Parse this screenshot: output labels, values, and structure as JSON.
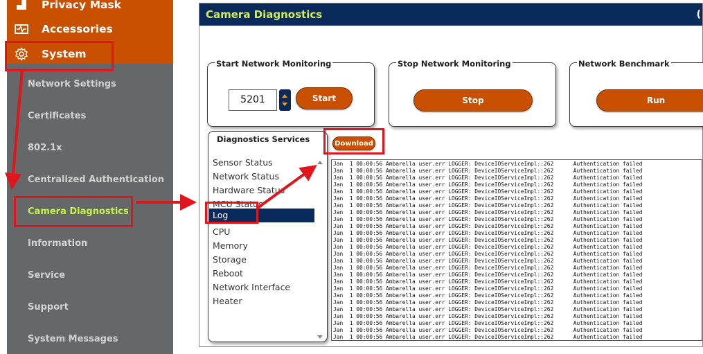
{
  "sidebar": {
    "top_items": [
      {
        "label": "Privacy Mask",
        "icon": "privacy-mask-icon"
      },
      {
        "label": "Accessories",
        "icon": "accessories-icon"
      },
      {
        "label": "System",
        "icon": "gear-icon"
      }
    ],
    "sub_items": [
      {
        "label": "Network Settings"
      },
      {
        "label": "Certificates"
      },
      {
        "label": "802.1x"
      },
      {
        "label": "Centralized Authentication"
      },
      {
        "label": "Camera Diagnostics"
      },
      {
        "label": "Information"
      },
      {
        "label": "Service"
      },
      {
        "label": "Support"
      },
      {
        "label": "System Messages"
      }
    ]
  },
  "main": {
    "title": "Camera Diagnostics",
    "start_monitoring": {
      "title": "Start Network Monitoring",
      "port_value": "5201",
      "button": "Start"
    },
    "stop_monitoring": {
      "title": "Stop Network Monitoring",
      "button": "Stop"
    },
    "benchmark": {
      "title": "Network Benchmark",
      "button": "Run"
    },
    "services": {
      "title": "Diagnostics Services",
      "items": [
        "Sensor Status",
        "Network Status",
        "Hardware Status",
        "MCU Status",
        "Log",
        "CPU",
        "Memory",
        "Storage",
        "Reboot",
        "Network Interface",
        "Heater"
      ],
      "selected": "Log"
    },
    "download_button": "Download",
    "log_lines": [
      "Jan  1 00:00:56 Ambarella user.err LOGGER: DeviceIOServiceImpl::262      Authentication failed",
      "Jan  1 00:00:56 Ambarella user.err LOGGER: DeviceIOServiceImpl::262      Authentication failed",
      "Jan  1 00:00:56 Ambarella user.err LOGGER: DeviceIOServiceImpl::262      Authentication failed",
      "Jan  1 00:00:56 Ambarella user.err LOGGER: DeviceIOServiceImpl::262      Authentication failed",
      "Jan  1 00:00:56 Ambarella user.err LOGGER: DeviceIOServiceImpl::262      Authentication failed",
      "Jan  1 00:00:56 Ambarella user.err LOGGER: DeviceIOServiceImpl::262      Authentication failed",
      "Jan  1 00:00:56 Ambarella user.err LOGGER: DeviceIOServiceImpl::262      Authentication failed",
      "Jan  1 00:00:56 Ambarella user.err LOGGER: DeviceIOServiceImpl::262      Authentication failed",
      "Jan  1 00:00:56 Ambarella user.err LOGGER: DeviceIOServiceImpl::262      Authentication failed",
      "Jan  1 00:00:56 Ambarella user.err LOGGER: DeviceIOServiceImpl::262      Authentication failed",
      "Jan  1 00:00:56 Ambarella user.err LOGGER: DeviceIOServiceImpl::262      Authentication failed",
      "Jan  1 00:00:56 Ambarella user.err LOGGER: DeviceIOServiceImpl::262      Authentication failed",
      "Jan  1 00:00:56 Ambarella user.err LOGGER: DeviceIOServiceImpl::262      Authentication failed",
      "Jan  1 00:00:56 Ambarella user.err LOGGER: DeviceIOServiceImpl::262      Authentication failed",
      "Jan  1 00:00:56 Ambarella user.err LOGGER: DeviceIOServiceImpl::262      Authentication failed",
      "Jan  1 00:00:56 Ambarella user.err LOGGER: DeviceIOServiceImpl::262      Authentication failed",
      "Jan  1 00:00:56 Ambarella user.err LOGGER: DeviceIOServiceImpl::262      Authentication failed",
      "Jan  1 00:00:56 Ambarella user.err LOGGER: DeviceIOServiceImpl::262      Authentication failed",
      "Jan  1 00:00:56 Ambarella user.err LOGGER: DeviceIOServiceImpl::262      Authentication failed",
      "Jan  1 00:00:56 Ambarella user.err LOGGER: DeviceIOServiceImpl::262      Authentication failed",
      "Jan  1 00:00:56 Ambarella user.err LOGGER: DeviceIOServiceImpl::262      Authentication failed",
      "Jan  1 00:00:56 Ambarella user.err LOGGER: DeviceIOServiceImpl::262      Authentication failed",
      "Jan  1 00:00:56 Ambarella user.err LOGGER: DeviceIOServiceImpl::262      Authentication failed",
      "Jan  1 00:00:56 Ambarella user.err LOGGER: DeviceIOServiceImpl::262      Authentication failed",
      "Jan  1 00:00:56 Ambarella user.err LOGGER: DeviceIOServiceImpl::262      Authentication failed",
      "Jan  1 00:00:56 Ambarella user.err LOGGER: DeviceIOServiceImpl::262      Authentication failed"
    ]
  },
  "colors": {
    "brand_orange": "#c85000",
    "sidebar_gray": "#666769",
    "header_navy": "#0b2a5c",
    "header_text": "#d2ee5a",
    "active_item": "#c6f34a",
    "annotation_red": "#e0161c"
  }
}
